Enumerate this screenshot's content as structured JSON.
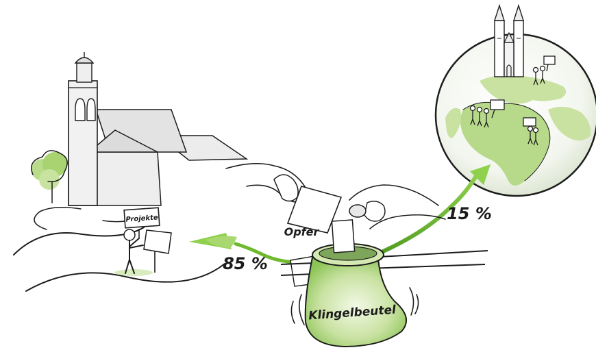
{
  "labels": {
    "projects_sign": "Projekte",
    "offering": "Opfer",
    "bag": "Klingelbeutel",
    "share_local": "85 %",
    "share_world": "15 %"
  },
  "shares": {
    "local_percent": 85,
    "world_percent": 15
  },
  "colors": {
    "accent_green": "#6fba2c",
    "light_green": "#c9e2a2",
    "ink": "#1c1c1c",
    "stone_gray": "#e6e6e6"
  }
}
